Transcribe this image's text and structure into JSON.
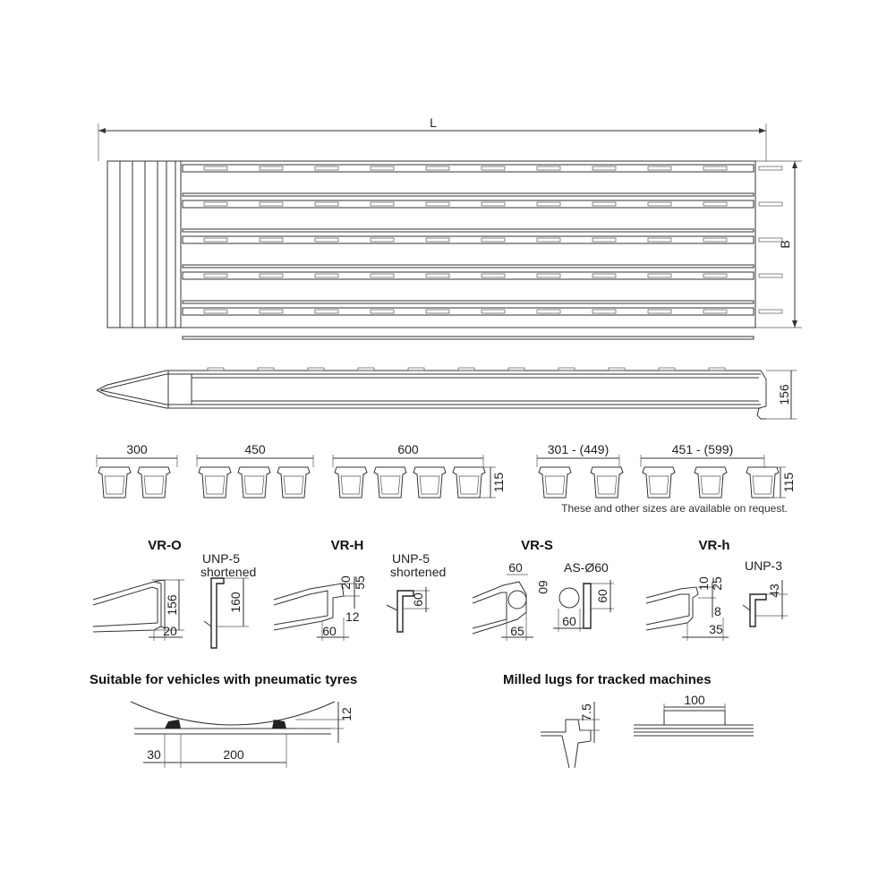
{
  "top_view": {
    "length_label": "L",
    "width_label": "B"
  },
  "side_view": {
    "height_label": "156"
  },
  "widths": {
    "items": [
      {
        "label": "300",
        "beams": 2
      },
      {
        "label": "450",
        "beams": 3
      },
      {
        "label": "600",
        "beams": 4
      }
    ],
    "height_label": "115"
  },
  "widths_variable": {
    "items": [
      {
        "label": "301 - (449)",
        "beams": 2
      },
      {
        "label": "451 - (599)",
        "beams": 3
      }
    ],
    "height_label": "115",
    "note": "These and other sizes are available on request."
  },
  "profiles": [
    {
      "name": "VR-O",
      "dims": [
        "156",
        "20",
        "160"
      ],
      "rail_label_1": "UNP-5",
      "rail_label_2": "shortened"
    },
    {
      "name": "VR-H",
      "dims": [
        "20",
        "55",
        "12",
        "60",
        "60"
      ],
      "rail_label_1": "UNP-5",
      "rail_label_2": "shortened"
    },
    {
      "name": "VR-S",
      "dims": [
        "60",
        "60",
        "65",
        "60",
        "60"
      ],
      "rail_label_1": "AS-Ø60",
      "rail_label_2": ""
    },
    {
      "name": "VR-h",
      "dims": [
        "10",
        "25",
        "8",
        "35",
        "43"
      ],
      "rail_label_1": "UNP-3",
      "rail_label_2": ""
    }
  ],
  "pneumatic": {
    "title": "Suitable for vehicles with pneumatic tyres",
    "dims": [
      "12",
      "30",
      "200"
    ]
  },
  "lugs": {
    "title": "Milled lugs for tracked machines",
    "dims": [
      "7.5",
      "100"
    ]
  }
}
